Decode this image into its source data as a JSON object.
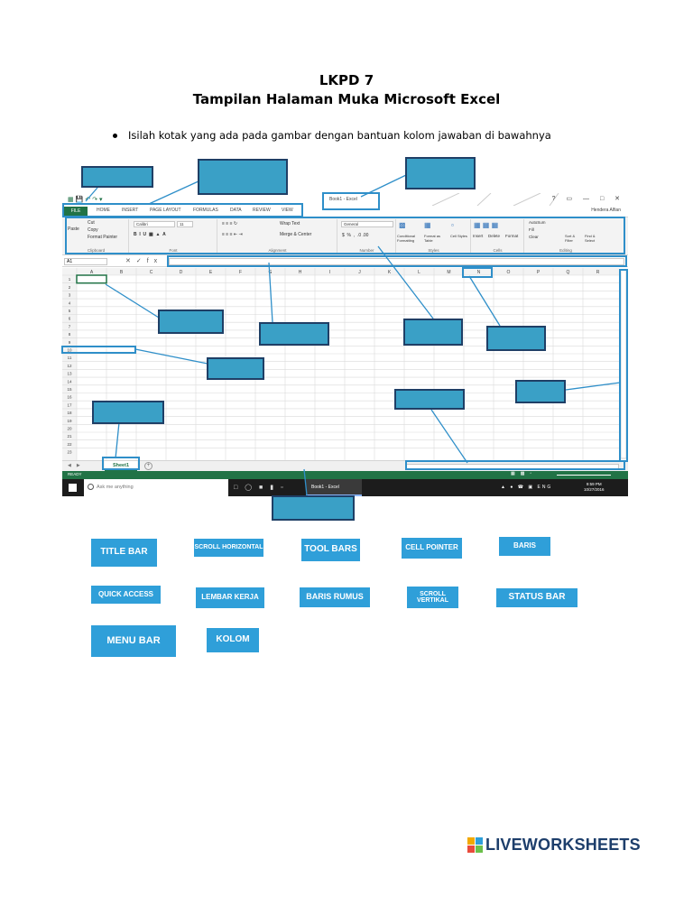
{
  "header": {
    "title_line1": "LKPD 7",
    "title_line2": "Tampilan Halaman Muka Microsoft Excel",
    "instruction": "Isilah kotak yang ada pada gambar dengan bantuan kolom jawaban di bawahnya"
  },
  "excel": {
    "window_title": "Book1 - Excel",
    "user": "Hendera Alfian",
    "tabs": [
      "HOME",
      "INSERT",
      "PAGE LAYOUT",
      "FORMULAS",
      "DATA",
      "REVIEW",
      "VIEW"
    ],
    "file_tab": "FILE",
    "ribbon": {
      "clipboard": {
        "label": "Clipboard",
        "paste": "Paste",
        "cut": "Cut",
        "copy": "Copy",
        "format_painter": "Format Painter"
      },
      "font": {
        "label": "Font",
        "name": "Calibri",
        "size": "11"
      },
      "alignment": {
        "label": "Alignment",
        "wrap_text": "Wrap Text",
        "merge_center": "Merge & Center"
      },
      "number": {
        "label": "Number",
        "format": "General"
      },
      "styles": {
        "label": "Styles",
        "conditional": "Conditional Formatting",
        "format_table": "Format as Table",
        "cell_styles": "Cell Styles"
      },
      "cells": {
        "label": "Cells",
        "insert": "Insert",
        "delete": "Delete",
        "format": "Format"
      },
      "editing": {
        "label": "Editing",
        "autosum": "AutoSum",
        "fill": "Fill",
        "clear": "Clear",
        "sort": "Sort & Filter",
        "find": "Find & Select"
      }
    },
    "name_box": "A1",
    "columns": [
      "A",
      "B",
      "C",
      "D",
      "E",
      "F",
      "G",
      "H",
      "I",
      "J",
      "K",
      "L",
      "M",
      "N",
      "O",
      "P",
      "Q",
      "R"
    ],
    "rows": [
      "1",
      "2",
      "3",
      "4",
      "5",
      "6",
      "7",
      "8",
      "9",
      "10",
      "11",
      "12",
      "13",
      "14",
      "15",
      "16",
      "17",
      "18",
      "19",
      "20",
      "21",
      "22",
      "23"
    ],
    "sheet_tab": "Sheet1",
    "status": "READY",
    "taskbar": {
      "search_placeholder": "Ask me anything",
      "excel_app": "Book1 - Excel",
      "time": "9:59 PM",
      "date": "10/27/2016",
      "lang": "ENG"
    }
  },
  "answers": [
    "TITLE BAR",
    "SCROLL HORIZONTAL",
    "TOOL BARS",
    "CELL POINTER",
    "BARIS",
    "QUICK ACCESS",
    "LEMBAR KERJA",
    "BARIS RUMUS",
    "SCROLL VERTIKAL",
    "STATUS BAR",
    "MENU BAR",
    "KOLOM"
  ],
  "logo": {
    "text": "LIVEWORKSHEETS",
    "colors": [
      "#f2a900",
      "#2e9fd8",
      "#e94b3c",
      "#6cc04a"
    ]
  },
  "colors": {
    "answer_box": "#2f9fd9",
    "drop_box": "#3aa0c6",
    "excel_green": "#217346"
  }
}
